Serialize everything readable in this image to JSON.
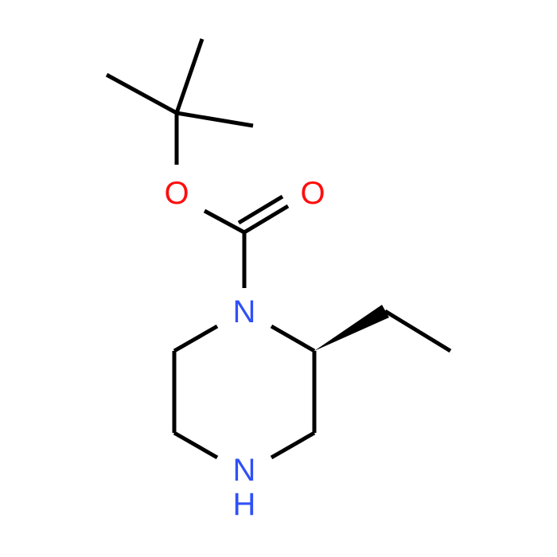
{
  "molecule": {
    "atoms": {
      "oxygen_ether": {
        "label": "O",
        "color": "#ff0d0d"
      },
      "oxygen_carbonyl": {
        "label": "O",
        "color": "#ff0d0d"
      },
      "nitrogen_carbamate": {
        "label": "N",
        "color": "#3050f8"
      },
      "nitrogen_amine": {
        "label": "N",
        "color": "#3050f8"
      },
      "hydrogen_amine": {
        "label": "H",
        "color": "#3050f8"
      }
    },
    "bond_color": "#000000"
  }
}
